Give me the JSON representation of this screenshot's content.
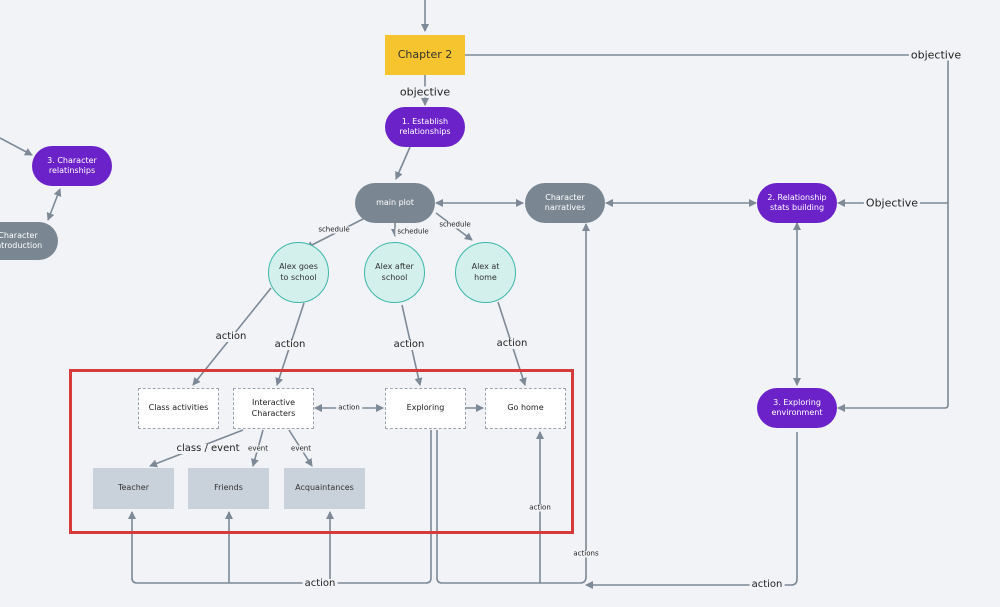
{
  "nodes": {
    "chapter2": "Chapter 2",
    "establish": "1. Establish relationships",
    "char_rel": "3. Character relatinships",
    "char_intro": "Character introduction",
    "main_plot": "main plot",
    "char_narr": "Character narratives",
    "rel_stats": "2. Relationship stats building",
    "exploring_env": "3. Exploring environment",
    "alex_school": "Alex goes to school",
    "alex_after": "Alex after school",
    "alex_home": "Alex at home",
    "class_act": "Class activities",
    "interactive": "Interactive Characters",
    "exploring": "Exploring",
    "go_home": "Go home",
    "teacher": "Teacher",
    "friends": "Friends",
    "acquaint": "Acquaintances"
  },
  "edge_labels": {
    "objective_top": "objective",
    "objective_chapter": "objective",
    "objective_right": "Objective",
    "schedule_1": "schedule",
    "schedule_2": "schedule",
    "schedule_3": "schedule",
    "action_1": "action",
    "action_2": "action",
    "action_3": "action",
    "action_4": "action",
    "action_mid": "action",
    "class_event": "class / event",
    "event_1": "event",
    "event_2": "event",
    "action_gohome": "action",
    "actions": "actions",
    "action_bottom": "action",
    "action_bottom_right": "action"
  },
  "colors": {
    "purple": "#6c22c9",
    "gray_node": "#7a8793",
    "teal_fill": "#d3f0ec",
    "yellow": "#f6c42e",
    "highlight": "#d63a3a",
    "line": "#7d8996"
  }
}
